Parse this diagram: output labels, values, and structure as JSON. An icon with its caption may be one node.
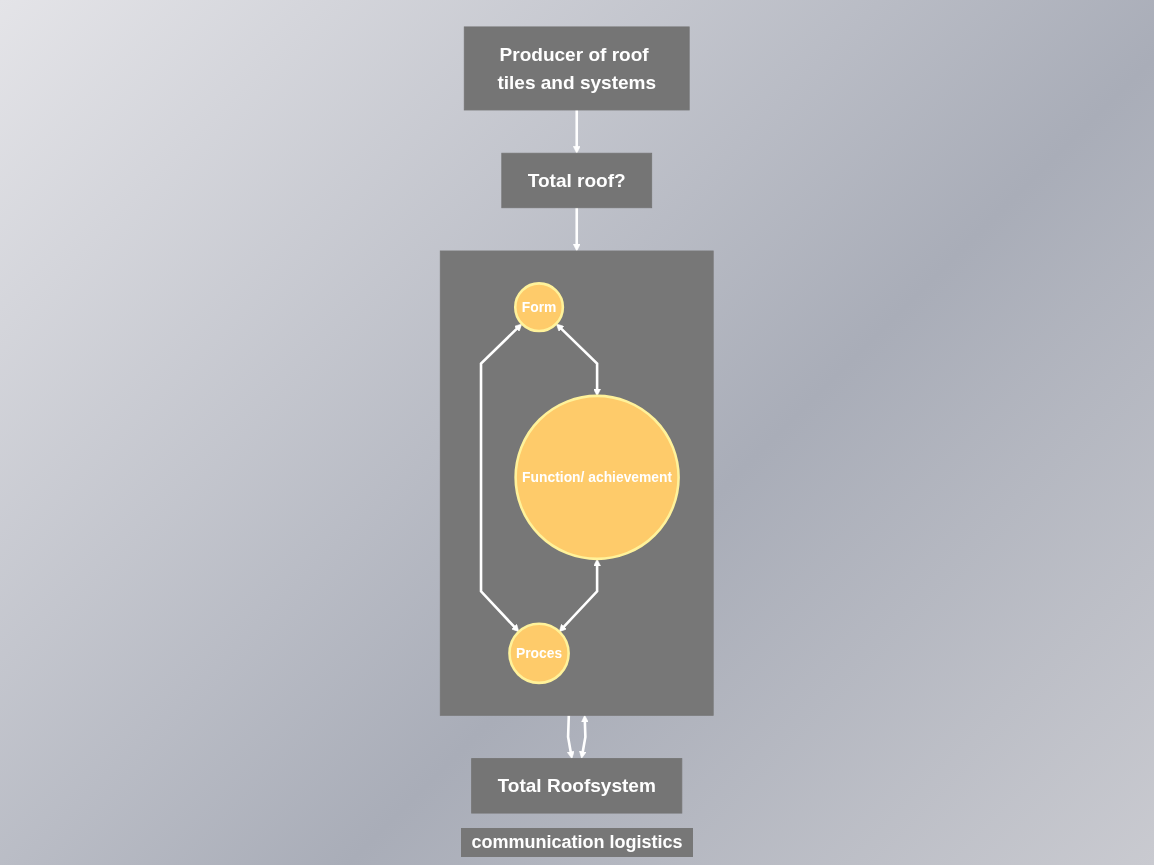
{
  "diagram": {
    "nodes": [
      {
        "text": [
          "Producer of roof tiles and systems"
        ]
      },
      {
        "text": [
          "Total roof?"
        ]
      },
      {
        "text": [],
        "shape": "box"
      },
      {
        "text": [
          "Form"
        ],
        "in": 2
      },
      {
        "text": [
          "Function/ achievement"
        ],
        "in": 2
      },
      {
        "text": [
          "Proces"
        ],
        "in": 2
      },
      {
        "text": [
          "Total Roofsystem"
        ]
      }
    ],
    "edges": [
      {
        "from": 0,
        "to": 1,
        "arrow": "to"
      },
      {
        "from": 1,
        "to": 2,
        "arrow": "to"
      },
      {
        "from": 3,
        "to": 4,
        "arrow": "both"
      },
      {
        "from": 3,
        "to": 5,
        "arrow": "both"
      },
      {
        "from": 4,
        "to": 5,
        "arrow": "both"
      },
      {
        "from": 2,
        "to": 6,
        "arrow": "to"
      },
      {
        "from": 6,
        "to": 2,
        "arrow": "both"
      }
    ],
    "labels": [
      "communication logistics"
    ]
  }
}
